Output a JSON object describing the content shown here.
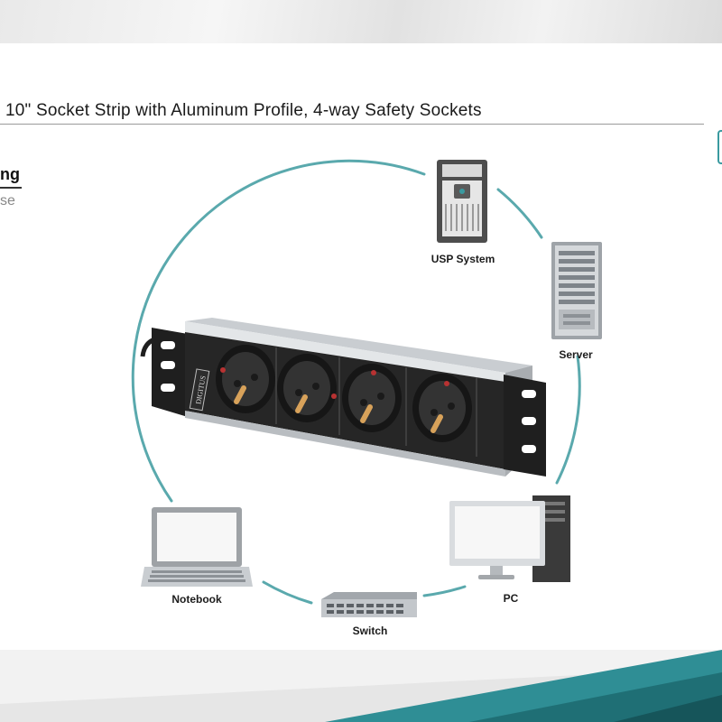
{
  "title": "10\" Socket Strip with Aluminum Profile, 4-way Safety Sockets",
  "subtitle_fragment": "ng",
  "subtitle_fragment2": "se",
  "brand": "DIGITUS",
  "devices": {
    "usp_system": "USP System",
    "server": "Server",
    "pc": "PC",
    "switch": "Switch",
    "notebook": "Notebook"
  },
  "colors": {
    "circle": "#5aa9ad",
    "accent": "#3a9aa0",
    "strip_black": "#1f1f1f",
    "aluminum": "#c9cdd1"
  }
}
